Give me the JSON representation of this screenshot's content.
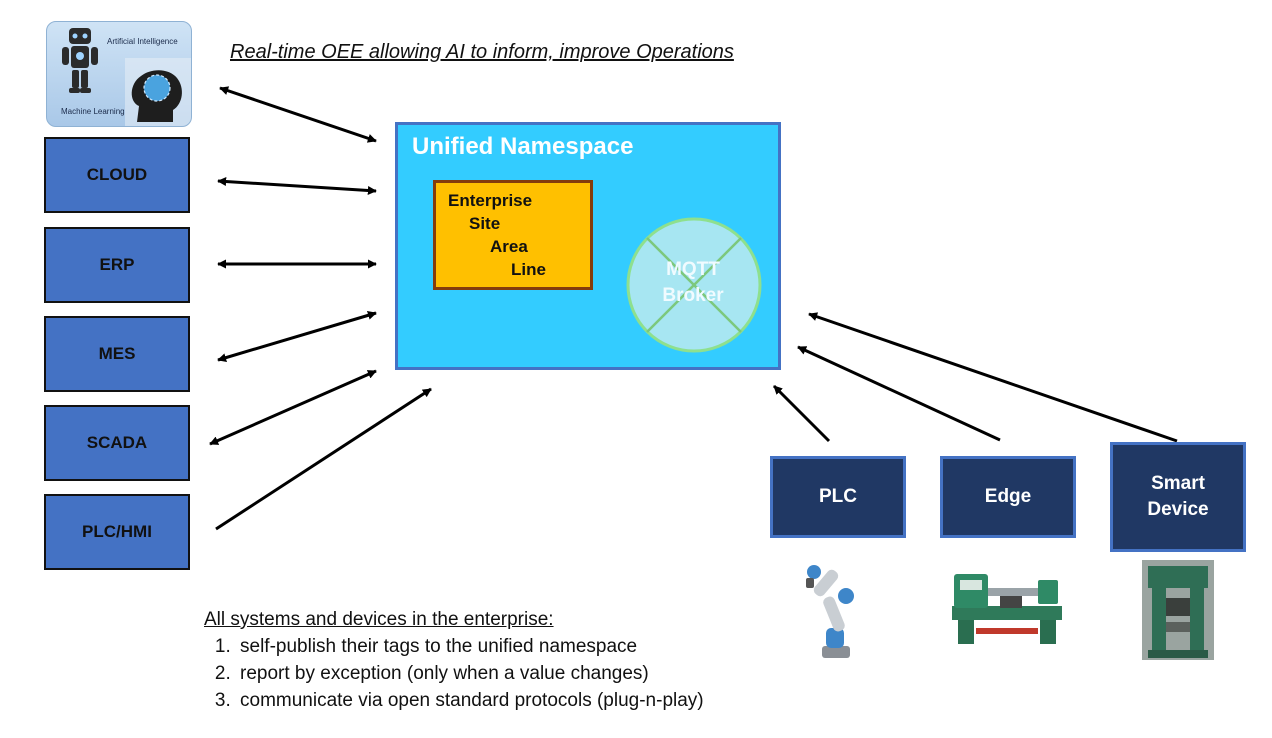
{
  "headline": "Real-time OEE allowing AI to inform, improve Operations",
  "ai_panel": {
    "top_label": "Artificial Intelligence",
    "bottom_label": "Machine Learning"
  },
  "systems": [
    "CLOUD",
    "ERP",
    "MES",
    "SCADA",
    "PLC/HMI"
  ],
  "unified_namespace": {
    "title": "Unified Namespace",
    "hierarchy": [
      "Enterprise",
      "Site",
      "Area",
      "Line"
    ],
    "broker_line1": "MQTT",
    "broker_line2": "Broker"
  },
  "devices": [
    {
      "line1": "PLC",
      "line2": ""
    },
    {
      "line1": "Edge",
      "line2": ""
    },
    {
      "line1": "Smart",
      "line2": "Device"
    }
  ],
  "footnote": {
    "title": "All systems and devices in the enterprise:",
    "items": [
      "self-publish their tags to the unified namespace",
      "report by exception (only when a value changes)",
      "communicate via open standard protocols (plug-n-play)"
    ]
  },
  "colors": {
    "system_fill": "#4472c4",
    "uns_fill": "#33ccff",
    "hierarchy_fill": "#ffc000",
    "device_fill": "#203864"
  }
}
